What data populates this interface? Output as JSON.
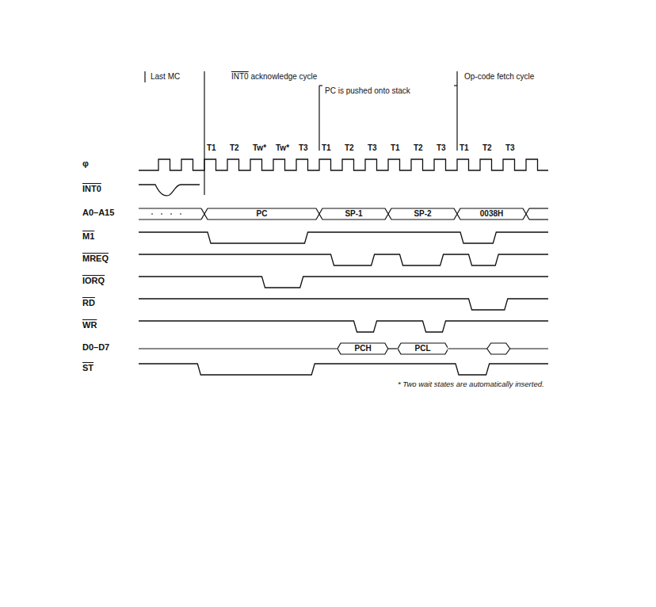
{
  "diagram": {
    "nodes": [
      {
        "text": [
          "PC"
        ]
      },
      {
        "text": [
          "SP-1"
        ]
      },
      {
        "text": [
          "SP-2"
        ]
      },
      {
        "text": [
          "0038H"
        ]
      },
      {
        "text": [
          "PCH"
        ]
      },
      {
        "text": [
          "PCL"
        ]
      }
    ],
    "labels": [
      "Last MC",
      "INT0 acknowledge cycle",
      "Op-code fetch cycle",
      "PC is pushed onto stack",
      "T1",
      "T2",
      "Tw*",
      "Tw*",
      "T3",
      "T1",
      "T2",
      "T3",
      "T1",
      "T2",
      "T3",
      "T1",
      "T2",
      "T3",
      "φ",
      "INT0",
      "A0–A15",
      "M1",
      "MREQ",
      "IORQ",
      "RD",
      "WR",
      "D0–D7",
      "ST",
      "* Two wait states are automatically inserted."
    ]
  }
}
